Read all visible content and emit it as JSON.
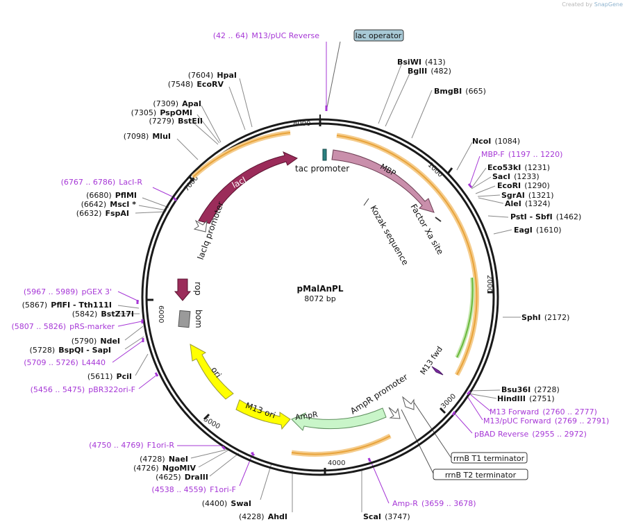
{
  "credit": {
    "prefix": "Created by",
    "brand": "SnapGene"
  },
  "center": {
    "name": "pMalAnPL",
    "length": "8072 bp"
  },
  "ticks": [
    "1000",
    "2000",
    "3000",
    "4000",
    "5000",
    "6000",
    "7000",
    "8000"
  ],
  "labels": {
    "left": [
      {
        "pos": "(42 .. 64)",
        "name": "M13/pUC Reverse",
        "kind": "primer"
      },
      {
        "pos": "(7604)",
        "name": "HpaI",
        "kind": "site"
      },
      {
        "pos": "(7548)",
        "name": "EcoRV",
        "kind": "site"
      },
      {
        "pos": "(7309)",
        "name": "ApaI",
        "kind": "site"
      },
      {
        "pos": "(7305)",
        "name": "PspOMI",
        "kind": "site"
      },
      {
        "pos": "(7279)",
        "name": "BstEII",
        "kind": "site"
      },
      {
        "pos": "(7098)",
        "name": "MluI",
        "kind": "site"
      },
      {
        "pos": "(6767 .. 6786)",
        "name": "LacI-R",
        "kind": "primer"
      },
      {
        "pos": "(6680)",
        "name": "PflMI",
        "kind": "site"
      },
      {
        "pos": "(6642)",
        "name": "MscI *",
        "kind": "site"
      },
      {
        "pos": "(6632)",
        "name": "FspAI",
        "kind": "site"
      },
      {
        "pos": "(5967 .. 5989)",
        "name": "pGEX 3'",
        "kind": "primer"
      },
      {
        "pos": "(5867)",
        "name": "PflFI  - Tth111I",
        "kind": "site"
      },
      {
        "pos": "(5842)",
        "name": "BstZ17I",
        "kind": "site"
      },
      {
        "pos": "(5807 .. 5826)",
        "name": "pRS-marker",
        "kind": "primer"
      },
      {
        "pos": "(5790)",
        "name": "NdeI",
        "kind": "site"
      },
      {
        "pos": "(5728)",
        "name": "BspQI  - SapI",
        "kind": "site"
      },
      {
        "pos": "(5709 .. 5726)",
        "name": "L4440",
        "kind": "primer"
      },
      {
        "pos": "(5611)",
        "name": "PciI",
        "kind": "site"
      },
      {
        "pos": "(5456 .. 5475)",
        "name": "pBR322ori-F",
        "kind": "primer"
      },
      {
        "pos": "(4750 .. 4769)",
        "name": "F1ori-R",
        "kind": "primer"
      },
      {
        "pos": "(4728)",
        "name": "NaeI",
        "kind": "site"
      },
      {
        "pos": "(4726)",
        "name": "NgoMIV",
        "kind": "site"
      },
      {
        "pos": "(4625)",
        "name": "DraIII",
        "kind": "site"
      },
      {
        "pos": "(4538 .. 4559)",
        "name": "F1ori-F",
        "kind": "primer"
      },
      {
        "pos": "(4400)",
        "name": "SwaI",
        "kind": "site"
      },
      {
        "pos": "(4228)",
        "name": "AhdI",
        "kind": "site"
      }
    ],
    "right": [
      {
        "name": "BsiWI",
        "pos": "(413)",
        "kind": "site"
      },
      {
        "name": "BglII",
        "pos": "(482)",
        "kind": "site"
      },
      {
        "name": "BmgBI",
        "pos": "(665)",
        "kind": "site"
      },
      {
        "name": "NcoI",
        "pos": "(1084)",
        "kind": "site"
      },
      {
        "name": "MBP-F",
        "pos": "(1197 .. 1220)",
        "kind": "primer"
      },
      {
        "name": "Eco53kI",
        "pos": "(1231)",
        "kind": "site"
      },
      {
        "name": "SacI",
        "pos": "(1233)",
        "kind": "site"
      },
      {
        "name": "EcoRI",
        "pos": "(1290)",
        "kind": "site"
      },
      {
        "name": "SgrAI",
        "pos": "(1321)",
        "kind": "site"
      },
      {
        "name": "AleI",
        "pos": "(1324)",
        "kind": "site"
      },
      {
        "name": "PstI  - SbfI",
        "pos": "(1462)",
        "kind": "site"
      },
      {
        "name": "EagI",
        "pos": "(1610)",
        "kind": "site"
      },
      {
        "name": "SphI",
        "pos": "(2172)",
        "kind": "site"
      },
      {
        "name": "Bsu36I",
        "pos": "(2728)",
        "kind": "site"
      },
      {
        "name": "HindIII",
        "pos": "(2751)",
        "kind": "site"
      },
      {
        "name": "M13 Forward",
        "pos": "(2760 .. 2777)",
        "kind": "primer"
      },
      {
        "name": "M13/pUC Forward",
        "pos": "(2769 .. 2791)",
        "kind": "primer"
      },
      {
        "name": "pBAD Reverse",
        "pos": "(2955 .. 2972)",
        "kind": "primer"
      },
      {
        "name": "Amp-R",
        "pos": "(3659 .. 3678)",
        "kind": "primer"
      },
      {
        "name": "ScaI",
        "pos": "(3747)",
        "kind": "site"
      }
    ]
  },
  "boxed": {
    "lac_operator": "lac operator",
    "rrnb_t1": "rrnB T1 terminator",
    "rrnb_t2": "rrnB T2 terminator"
  },
  "features": {
    "laci": "lacI",
    "mbp": "MBP",
    "tac_promoter": "tac promoter",
    "lacIq_promoter": "lacIq promoter",
    "factor_xa": "Factor Xa site",
    "kozak": "Kozak sequence",
    "rop": "rop",
    "bom": "bom",
    "ori": "ori",
    "m13_ori": "M13 ori",
    "ampr": "AmpR",
    "ampr_promoter": "AmpR promoter",
    "m13_fwd": "M13 fwd"
  },
  "colors": {
    "backbone": "#1a1a1a",
    "primer": "#a637d6",
    "laci": "#9b2c5a",
    "mbp": "#c98fab",
    "ampr": "#c9f5c9",
    "ori": "#ffff00",
    "bom": "#9a9a9a",
    "lac_operator_box": "#a8c9d6",
    "orf_orange": "#e8a33a",
    "orf_green": "#6ab83a"
  }
}
